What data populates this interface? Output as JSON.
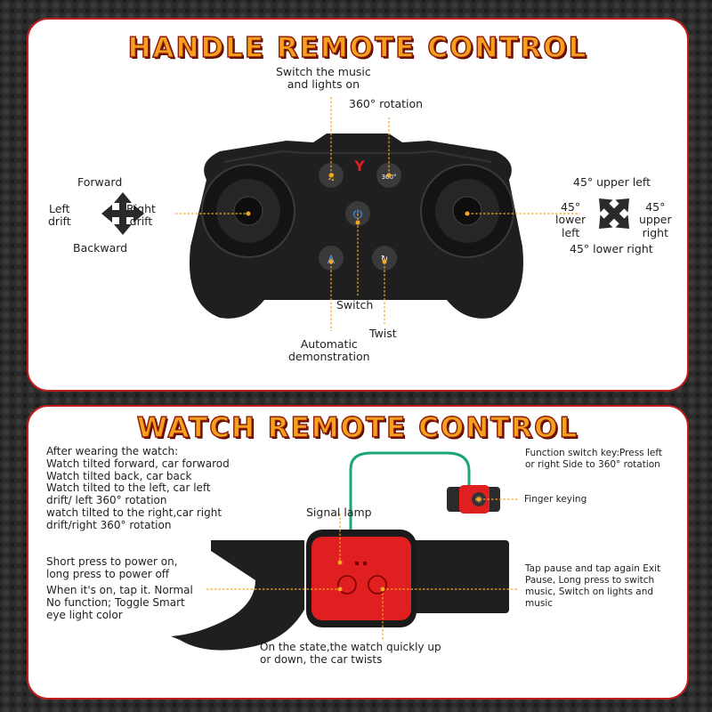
{
  "top": {
    "title": "HANDLE REMOTE CONTROL",
    "labels": {
      "switch_music": "Switch the music\nand lights on",
      "rotation360": "360° rotation",
      "forward": "Forward",
      "left_drift": "Left\ndrift",
      "right_drift": "Right\ndrift",
      "backward": "Backward",
      "upper_left": "45° upper left",
      "lower_left": "45°\nlower\nleft",
      "upper_right": "45°\nupper\nright",
      "lower_right": "45° lower right",
      "switch": "Switch",
      "twist": "Twist",
      "auto_demo": "Automatic\ndemonstration"
    }
  },
  "bottom": {
    "title": "WATCH REMOTE CONTROL",
    "labels": {
      "after_wearing": "After wearing the watch:\nWatch tilted forward, car forwarod\nWatch tilted back, car back\nWatch tilted to the left, car left\ndrift/ left 360° rotation\nwatch tilted to the right,car right\ndrift/right 360° rotation",
      "signal_lamp": "Signal lamp",
      "function_key": "Function switch key:Press left\nor right Side to 360° rotation",
      "finger_keying": "Finger keying",
      "short_press": "Short press to power on,\nlong press to power off",
      "when_on": "When it's on, tap it. Normal\nNo function; Toggle Smart\neye light color",
      "tap_pause": "Tap pause and tap again Exit\nPause, Long press to switch\nmusic, Switch on lights and\nmusic",
      "on_state": "On the state,the watch quickly up\nor down, the car twists"
    }
  },
  "colors": {
    "accent": "#f5a623",
    "frame": "#c21d1d",
    "watch_red": "#e02020",
    "cable": "#1aa57a"
  }
}
